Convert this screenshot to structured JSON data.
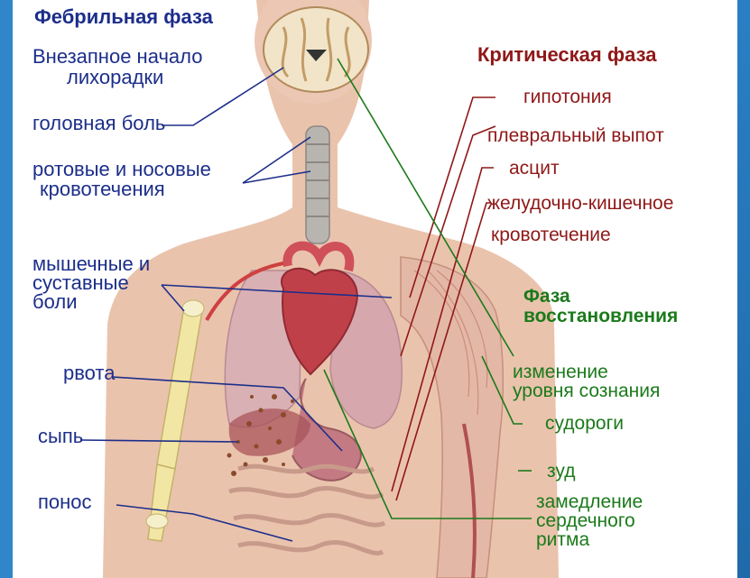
{
  "phases": {
    "febrile": {
      "title": "Фебрильная фаза",
      "labels": [
        "Внезапное начало",
        "лихорадки",
        "головная боль",
        "ротовые и носовые",
        "кровотечения",
        "мышечные и",
        "суставные",
        "боли",
        "рвота",
        "сыпь",
        "понос"
      ],
      "color": "#1c2e8a"
    },
    "critical": {
      "title": "Критическая фаза",
      "labels": [
        "гипотония",
        "плевральный выпот",
        "асцит",
        "желудочно-кишечное",
        "кровотечение"
      ],
      "color": "#8f1818"
    },
    "recovery": {
      "title_line1": "Фаза",
      "title_line2": "восстановления",
      "labels": [
        "изменение",
        "уровня сознания",
        "судороги",
        "зуд",
        "замедление",
        "сердечного",
        "ритма"
      ],
      "color": "#1b7a1b"
    }
  },
  "colors": {
    "background": "#2f86c9",
    "panel": "#ffffff",
    "skin": "#eac3ad",
    "organ_red": "#c0404a",
    "bone": "#f2e6a4"
  }
}
